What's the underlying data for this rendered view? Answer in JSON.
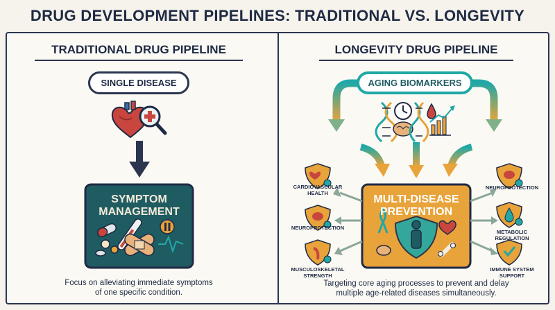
{
  "title": "DRUG DEVELOPMENT PIPELINES: TRADITIONAL VS. LONGEVITY",
  "traditional": {
    "heading": "TRADITIONAL DRUG PIPELINE",
    "start": "SINGLE DISEASE",
    "result_line1": "SYMPTOM",
    "result_line2": "MANAGEMENT",
    "caption_line1": "Focus on alleviating immediate symptoms",
    "caption_line2": "of one specific condition."
  },
  "longevity": {
    "heading": "LONGEVITY DRUG PIPELINE",
    "start": "AGING BIOMARKERS",
    "result_line1": "MULTI-DISEASE",
    "result_line2": "PREVENTION",
    "benefits_left": [
      {
        "line1": "CARDIOVASCULAR",
        "line2": "HEALTH"
      },
      {
        "line1": "NEUROPROTECTION",
        "line2": ""
      },
      {
        "line1": "MUSCULOSKELETAL",
        "line2": "STRENGTH"
      }
    ],
    "benefits_right": [
      {
        "line1": "NEUROPROTECTION",
        "line2": ""
      },
      {
        "line1": "METABOLIC",
        "line2": "REGULATION"
      },
      {
        "line1": "IMMUNE SYSTEM",
        "line2": "SUPPORT"
      }
    ],
    "caption_line1": "Targeting core aging processes to prevent and delay",
    "caption_line2": "multiple age-related diseases simultaneously."
  },
  "colors": {
    "navy": "#1f2a44",
    "teal": "#21a8a6",
    "orange": "#e8a33a",
    "sage": "#8aa79a",
    "red": "#c8463e",
    "dark_teal_box": "#1f5c62"
  },
  "icons": [
    "heart-icon",
    "magnifier-cross-icon",
    "pills-icon",
    "thermometer-icon",
    "bandage-icon",
    "pause-icon",
    "pulse-icon",
    "dna-icon",
    "clock-icon",
    "brain-icon",
    "drop-icon",
    "trend-chart-icon",
    "shield-person-icon",
    "ribbon-icon",
    "bone-icon",
    "shield-check-icon"
  ]
}
